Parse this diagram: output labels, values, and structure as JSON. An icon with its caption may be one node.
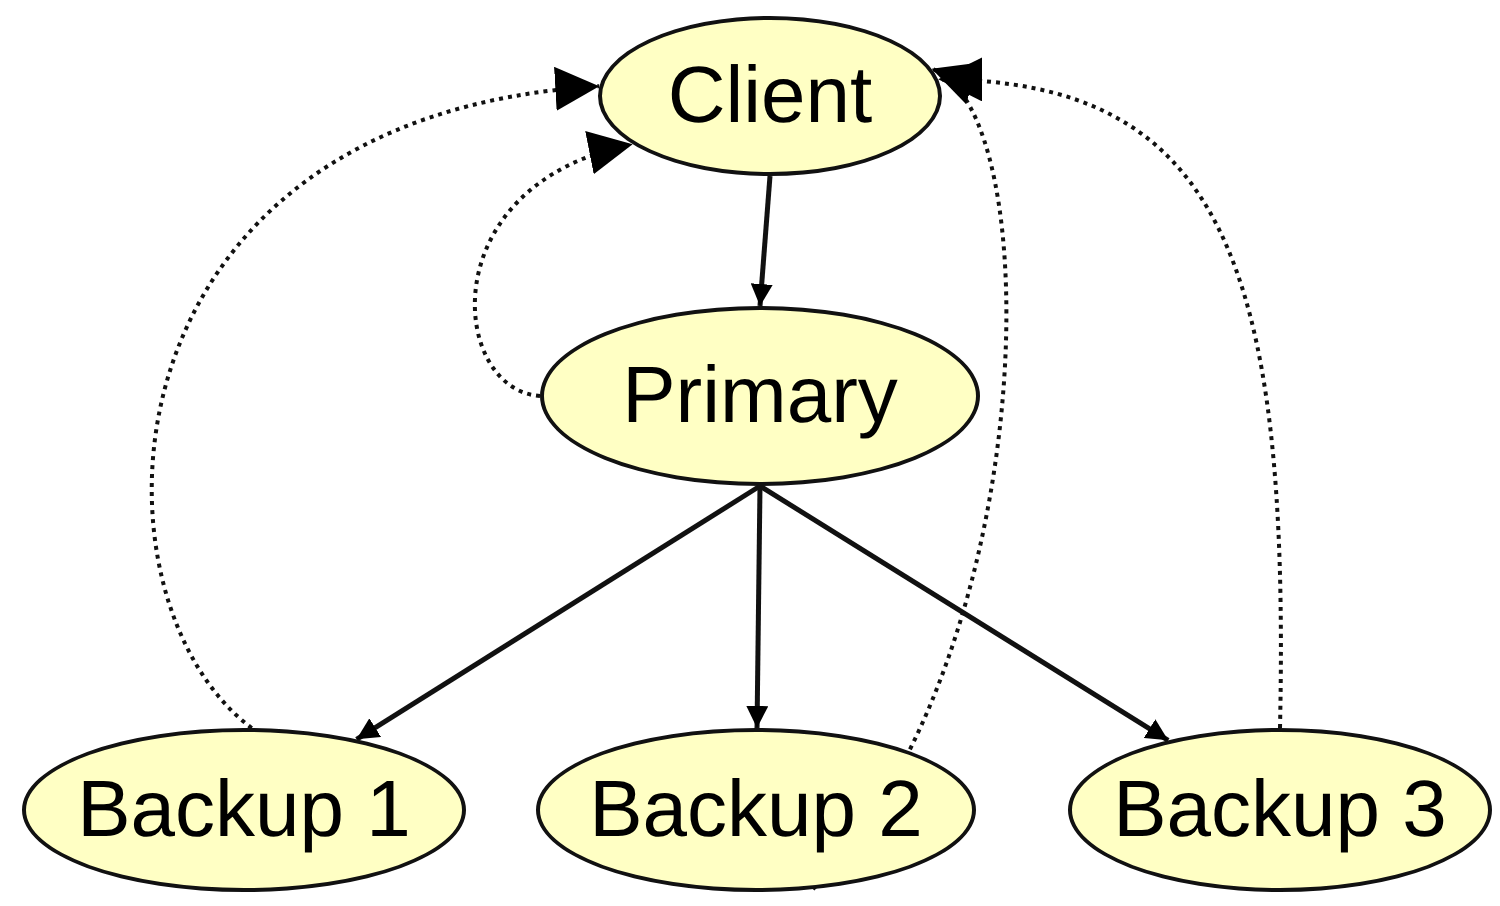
{
  "diagram": {
    "nodes": [
      {
        "text": [
          "Client"
        ]
      },
      {
        "text": [
          "Primary"
        ]
      },
      {
        "text": [
          "Backup 1"
        ]
      },
      {
        "text": [
          "Backup 2"
        ]
      },
      {
        "text": [
          "Backup 3"
        ]
      }
    ],
    "edges": [
      {
        "from": 0,
        "to": 1,
        "arrow": "to"
      },
      {
        "from": 1,
        "to": 2,
        "arrow": "to"
      },
      {
        "from": 1,
        "to": 3,
        "arrow": "to"
      },
      {
        "from": 1,
        "to": 4,
        "arrow": "to"
      },
      {
        "from": 1,
        "to": 0,
        "arrow": "to",
        "style": "dashed"
      },
      {
        "from": 2,
        "to": 0,
        "arrow": "to",
        "style": "dashed"
      },
      {
        "from": 3,
        "to": 0,
        "arrow": "to",
        "style": "dashed"
      },
      {
        "from": 4,
        "to": 0,
        "arrow": "to",
        "style": "dashed"
      }
    ]
  }
}
